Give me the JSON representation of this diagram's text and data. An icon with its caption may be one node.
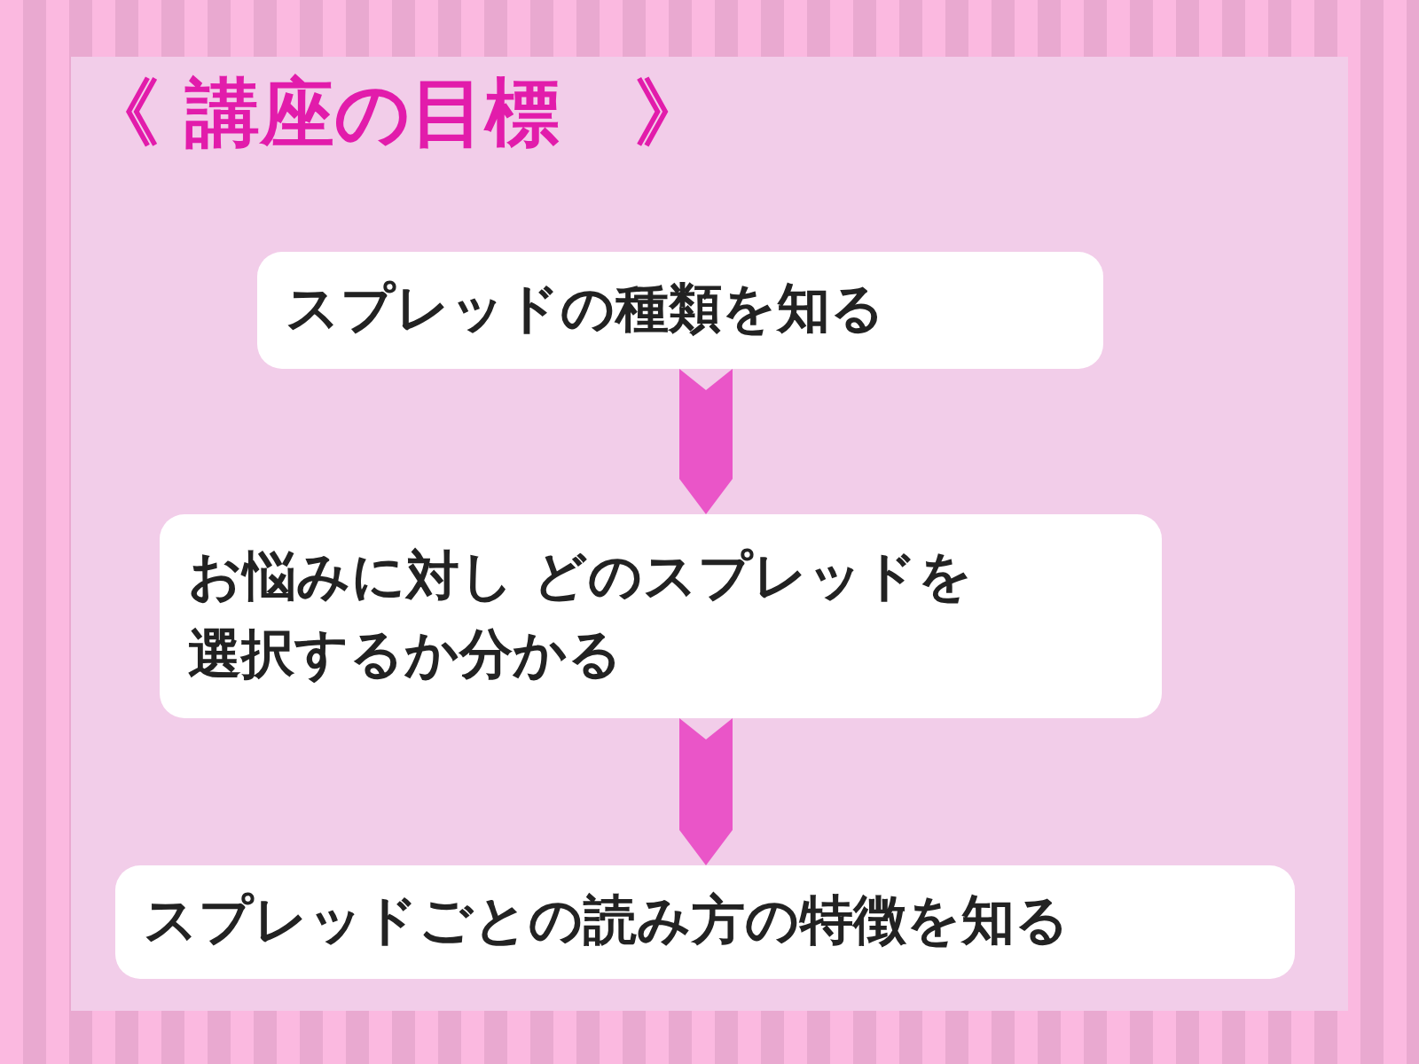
{
  "diagram": {
    "title": "《 講座の目標　》",
    "nodes": [
      {
        "text": [
          "スプレッドの種類を知る"
        ]
      },
      {
        "text": [
          "お悩みに対し どのスプレッドを選択するか分かる"
        ]
      },
      {
        "text": [
          "スプレッドごとの読み方の特徴を知る"
        ]
      }
    ],
    "edges": [
      {
        "from": 0,
        "to": 1,
        "arrow": "to"
      },
      {
        "from": 1,
        "to": 2,
        "arrow": "to"
      }
    ]
  }
}
